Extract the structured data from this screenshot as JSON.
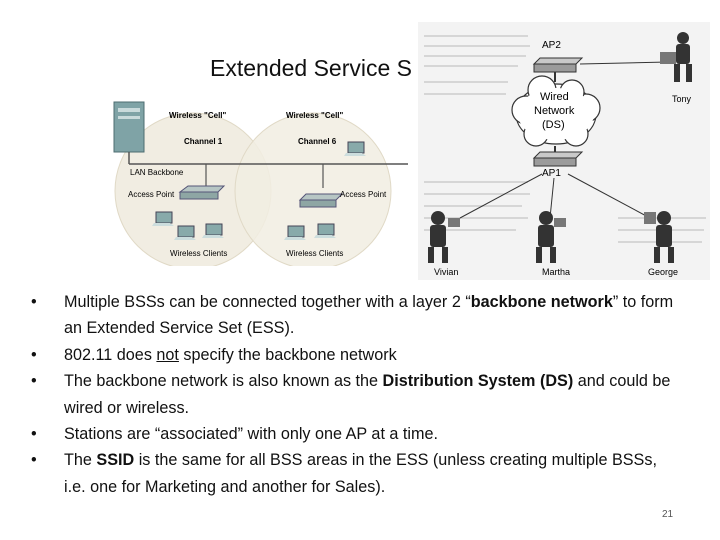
{
  "slide": {
    "title": "Extended Service S",
    "page_number": "21"
  },
  "diagram_left": {
    "cell_left_label": "Wireless \"Cell\"",
    "cell_right_label": "Wireless \"Cell\"",
    "channel_left": "Channel 1",
    "channel_right": "Channel 6",
    "lan_backbone": "LAN Backbone",
    "access_point_left": "Access Point",
    "access_point_right": "Access Point",
    "clients_left": "Wireless Clients",
    "clients_right": "Wireless Clients"
  },
  "diagram_right": {
    "ap2": "AP2",
    "ap1": "AP1",
    "wired": "Wired",
    "network": "Network",
    "ds": "(DS)",
    "tony": "Tony",
    "vivian": "Vivian",
    "martha": "Martha",
    "george": "George"
  },
  "bullets": [
    {
      "a": "Multiple BSSs can be connected together with a layer 2 “",
      "b": "backbone network",
      "c": "” to form an Extended Service Set (ESS)."
    },
    {
      "a": "802.11 does ",
      "u": "not",
      "c": " specify the backbone network"
    },
    {
      "a": "The backbone network is also known as the ",
      "b": "Distribution System (DS)",
      "c": " and could be wired or wireless."
    },
    {
      "a": "Stations are “associated” with only one AP at a time."
    },
    {
      "a": "The ",
      "b": "SSID",
      "c": " is the same for all BSS areas in the ESS (unless creating multiple BSSs, i.e. one for Marketing and another for Sales)."
    }
  ],
  "bullet_symbol": "•"
}
